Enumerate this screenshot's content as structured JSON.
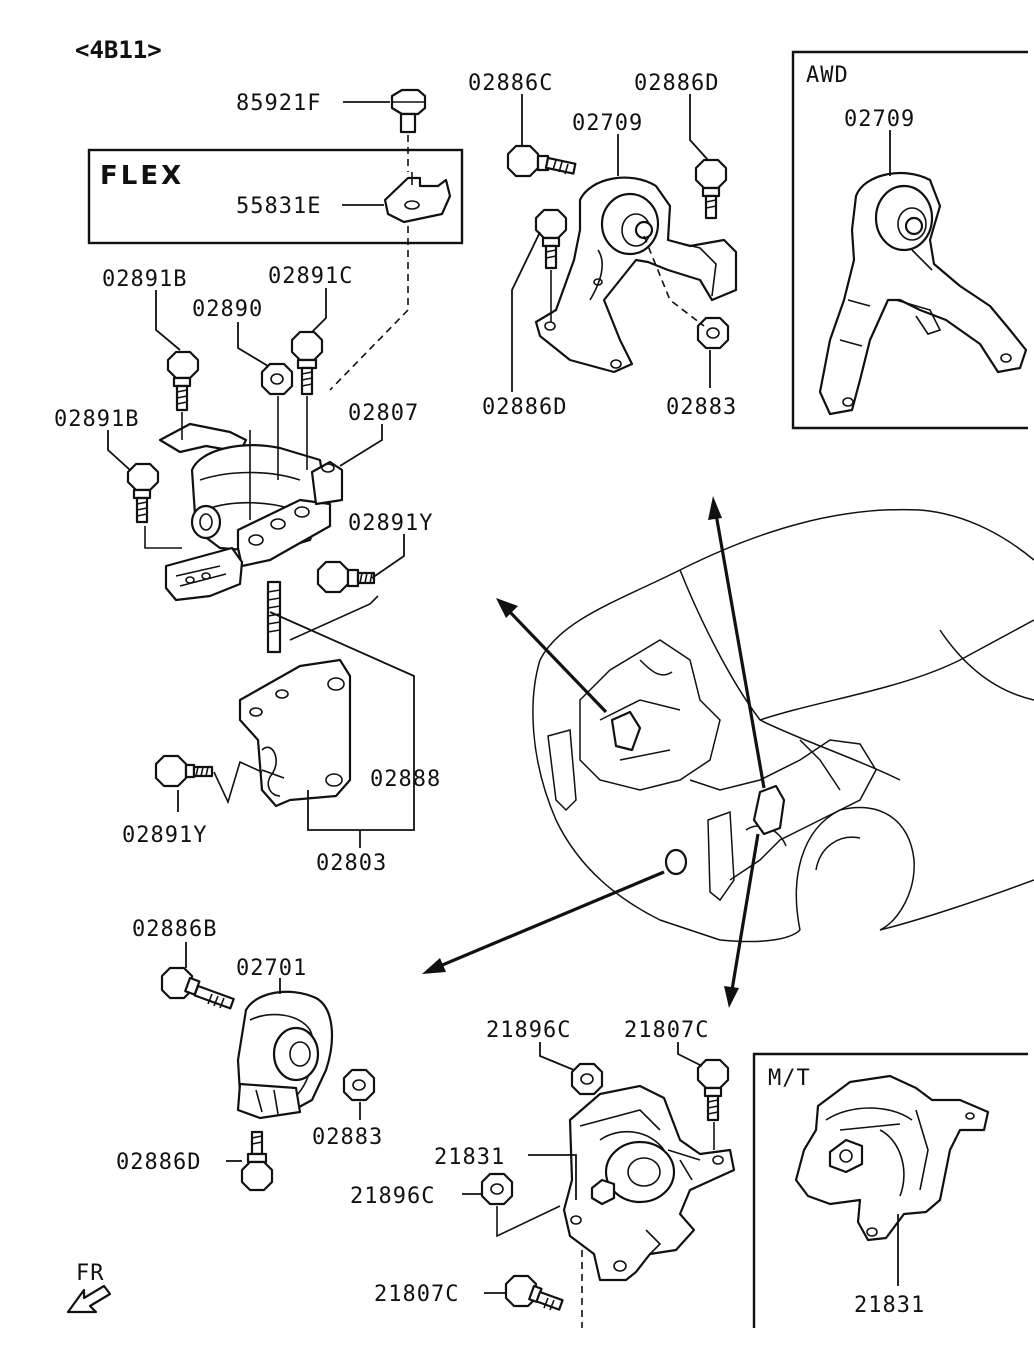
{
  "diagram": {
    "engine_code": "<4B11>",
    "flex_box_title": "FLEX",
    "awd_box_title": "AWD",
    "mt_box_title": "M/T",
    "direction_label": "FR",
    "labels": {
      "p85921F": "85921F",
      "p55831E": "55831E",
      "p02891B_top": "02891B",
      "p02891C": "02891C",
      "p02890": "02890",
      "p02891B_left": "02891B",
      "p02807": "02807",
      "p02891Y_right": "02891Y",
      "p02888": "02888",
      "p02891Y_left": "02891Y",
      "p02803": "02803",
      "p02886C": "02886C",
      "p02886D_top": "02886D",
      "p02709": "02709",
      "p02886D_mid": "02886D",
      "p02883_top": "02883",
      "p02709_awd": "02709",
      "p02886B": "02886B",
      "p02701": "02701",
      "p02883_bot": "02883",
      "p02886D_bot": "02886D",
      "p21896C_top": "21896C",
      "p21807C_top": "21807C",
      "p21831": "21831",
      "p21896C_mid": "21896C",
      "p21807C_bot": "21807C",
      "p21831_mt": "21831"
    }
  }
}
